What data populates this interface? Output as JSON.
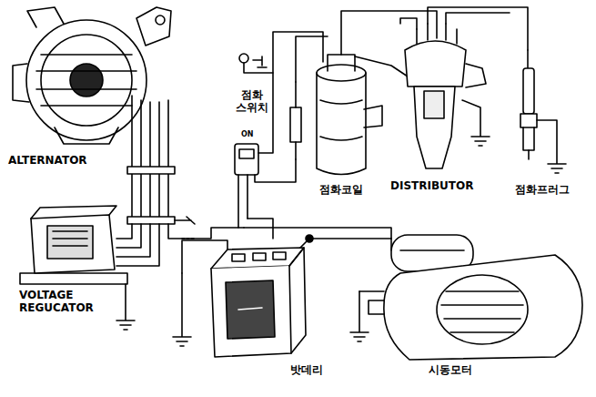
{
  "diagram": {
    "labels": [
      "점화 스위치",
      "ON",
      "ALTERNATOR",
      "DISTRIBUTOR",
      "점화코일",
      "점화프러그",
      "VOLTAGE REGUCATOR",
      "밧데리",
      "시동모터"
    ]
  }
}
